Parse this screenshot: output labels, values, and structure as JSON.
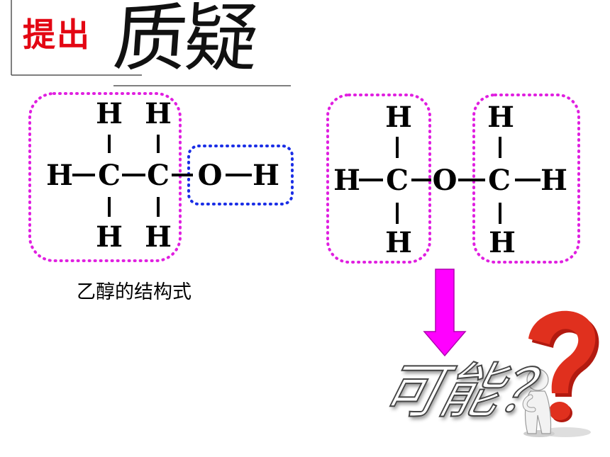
{
  "title": {
    "prefix": "提出",
    "main": "质疑"
  },
  "left_formula": {
    "caption": "乙醇的结构式",
    "atoms": {
      "h_top1": "H",
      "h_top2": "H",
      "h_left": "H",
      "c1": "C",
      "c2": "C",
      "o": "O",
      "h_right": "H",
      "h_bot1": "H",
      "h_bot2": "H"
    }
  },
  "right_formula": {
    "atoms": {
      "h_top1": "H",
      "h_top2": "H",
      "h_left": "H",
      "c1": "C",
      "o": "O",
      "c2": "C",
      "h_right": "H",
      "h_bot1": "H",
      "h_bot2": "H"
    }
  },
  "question": {
    "text": "可能？"
  },
  "colors": {
    "title_red": "#e30613",
    "magenta_box": "#e01fe0",
    "blue_box": "#1a2ee6",
    "arrow": "#ff00ff",
    "question_mark": "#e0301e"
  }
}
